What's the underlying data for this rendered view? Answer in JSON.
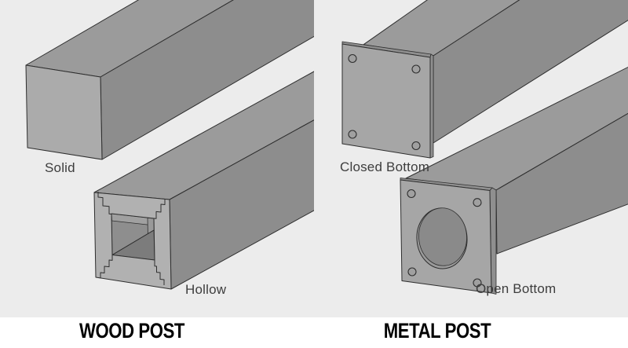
{
  "diagram": {
    "background_color": "#ececec",
    "footer_background": "#ffffff",
    "outline_color": "#2e2e2e",
    "sections": [
      {
        "title": "WOOD POST",
        "variants": [
          {
            "label": "Solid"
          },
          {
            "label": "Hollow"
          }
        ]
      },
      {
        "title": "METAL POST",
        "variants": [
          {
            "label": "Closed Bottom"
          },
          {
            "label": "Open Bottom"
          }
        ]
      }
    ],
    "materials": {
      "face_front": "#ababab",
      "face_top": "#9b9b9b",
      "face_side": "#8d8d8d",
      "ring_front": "#b1b1b1",
      "interior_wall": "#a0a0a0",
      "interior_mid": "#8e8e8e",
      "interior_shadow": "#7c7c7c",
      "plate_front": "#a6a6a6",
      "plate_edge": "#8f8f8f",
      "hole_fill": "#a0a0a0",
      "open_hole_fill": "#8a8a8a",
      "label_color": "#3d3d3d",
      "title_color": "#000000"
    }
  }
}
